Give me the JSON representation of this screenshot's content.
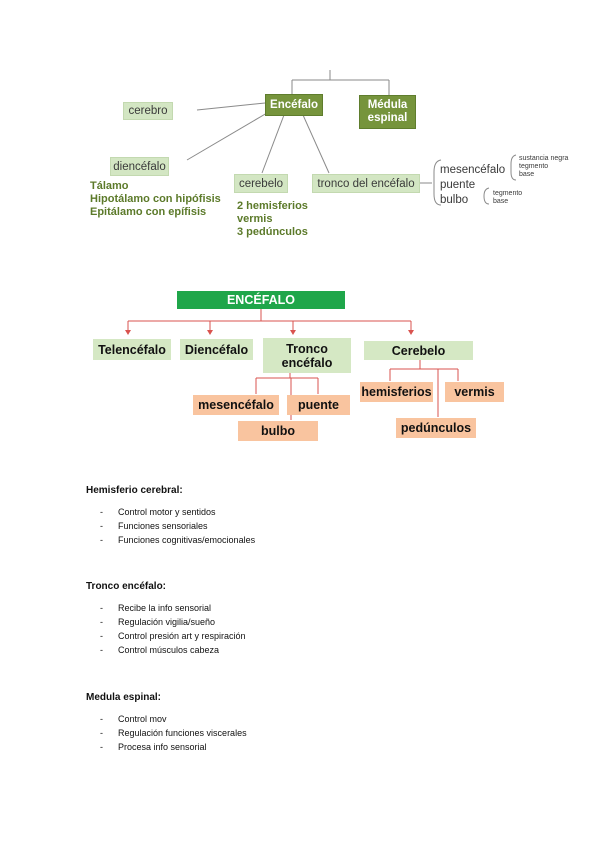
{
  "diagram1": {
    "encefalo": "Encéfalo",
    "medula": "Médula espinal",
    "cerebro": "cerebro",
    "diencefalo": "diencéfalo",
    "diencefalo_parts": [
      "Tálamo",
      "Hipotálamo con hipófisis",
      "Epitálamo con epífisis"
    ],
    "cerebelo": "cerebelo",
    "cerebelo_parts": [
      "2 hemisferios",
      "vermis",
      "3 pedúnculos"
    ],
    "tronco": "tronco del encéfalo",
    "tronco_parts": [
      "mesencéfalo",
      "puente",
      "bulbo"
    ],
    "mesencefalo_parts": [
      "sustancia negra",
      "tegmento",
      "base"
    ],
    "puente_parts": [
      "tegmento",
      "base"
    ]
  },
  "diagram2": {
    "encefalo": "ENCÉFALO",
    "telencefalo": "Telencéfalo",
    "diencefalo": "Diencéfalo",
    "tronco": "Tronco encéfalo",
    "cerebelo": "Cerebelo",
    "mesencefalo": "mesencéfalo",
    "puente": "puente",
    "bulbo": "bulbo",
    "hemisferios": "hemisferios",
    "vermis": "vermis",
    "pedunculos": "pedúnculos"
  },
  "sections": [
    {
      "title": "Hemisferio cerebral:",
      "items": [
        "Control motor y sentidos",
        "Funciones sensoriales",
        "Funciones cognitivas/emocionales"
      ]
    },
    {
      "title": "Tronco encéfalo:",
      "items": [
        "Recibe la info sensorial",
        "Regulación vigilia/sueño",
        "Control presión art y respiración",
        "Control músculos cabeza"
      ]
    },
    {
      "title": "Medula espinal:",
      "items": [
        "Control mov",
        "Regulación funciones viscerales",
        "Procesa info sensorial"
      ]
    }
  ],
  "bullet": "-",
  "colors": {
    "dark_green": "#76943c",
    "light_green": "#d3e6c3",
    "olive_text": "#5c7a2a",
    "bright_green": "#1fa64a",
    "salmon": "#f9c49f",
    "red_line": "#d9534f",
    "gray_line": "#888888"
  }
}
